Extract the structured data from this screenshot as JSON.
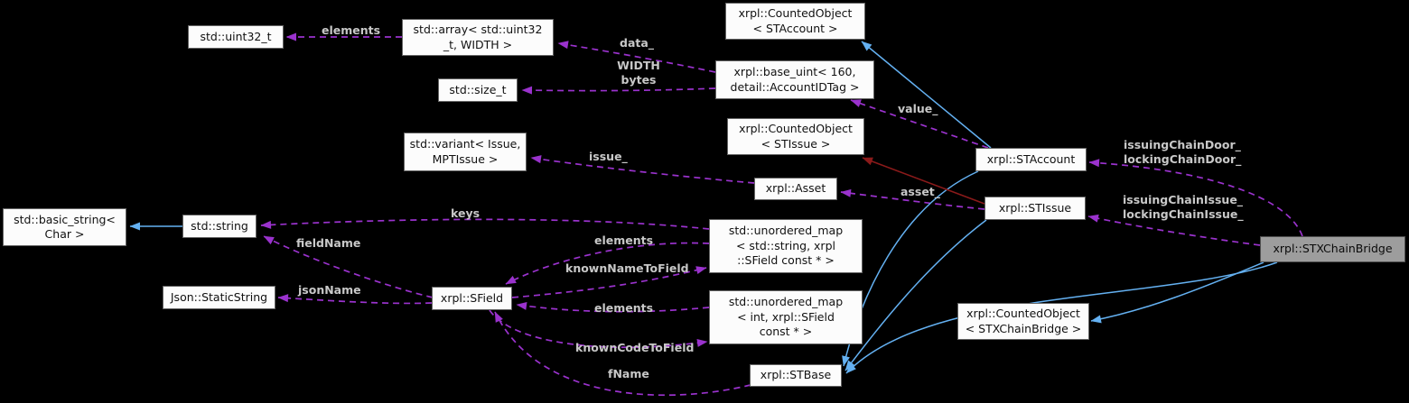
{
  "diagram": {
    "kind": "doxygen-collaboration-graph",
    "subject": "xrpl::STXChainBridge"
  },
  "colors": {
    "background": "#000000",
    "node_fill": "#fcfcfc",
    "node_border": "#636363",
    "highlight_fill": "#9d9d9d",
    "usage_edge": "#9a32cd",
    "inheritance_edge": "#64b1f2",
    "private_inheritance_edge": "#8b1a1a",
    "edge_label_text": "#c8c8c8"
  },
  "nodes": {
    "uint32": {
      "label": "std::uint32_t"
    },
    "array": {
      "label": "std::array< std::uint32\n_t, WIDTH >"
    },
    "counted_staccount": {
      "label": "xrpl::CountedObject\n< STAccount >"
    },
    "base_uint": {
      "label": "xrpl::base_uint< 160,\ndetail::AccountIDTag >"
    },
    "size_t": {
      "label": "std::size_t"
    },
    "variant": {
      "label": "std::variant< Issue,\nMPTIssue >"
    },
    "counted_stissue": {
      "label": "xrpl::CountedObject\n< STIssue >"
    },
    "asset": {
      "label": "xrpl::Asset"
    },
    "staccount": {
      "label": "xrpl::STAccount"
    },
    "stissue": {
      "label": "xrpl::STIssue"
    },
    "basic_string": {
      "label": "std::basic_string<\nChar >"
    },
    "string": {
      "label": "std::string"
    },
    "map_string": {
      "label": "std::unordered_map\n< std::string, xrpl\n::SField const * >"
    },
    "static_string": {
      "label": "Json::StaticString"
    },
    "sfield": {
      "label": "xrpl::SField"
    },
    "map_int": {
      "label": "std::unordered_map\n< int, xrpl::SField\nconst * >"
    },
    "stxbridge": {
      "label": "xrpl::STXChainBridge"
    },
    "counted_stxbridge": {
      "label": "xrpl::CountedObject\n< STXChainBridge >"
    },
    "stbase": {
      "label": "xrpl::STBase"
    }
  },
  "edge_labels": {
    "elements_top": "elements",
    "data": "data_",
    "width_bytes": "WIDTH\nbytes",
    "value": "value_",
    "issue": "issue_",
    "asset": "asset_",
    "keys": "keys",
    "field_name": "fieldName",
    "elements_mid": "elements",
    "known_name_to_field": "knownNameToField",
    "json_name": "jsonName",
    "elements_low": "elements",
    "known_code_to_field": "knownCodeToField",
    "f_name": "fName",
    "chain_door": "issuingChainDoor_\nlockingChainDoor_",
    "chain_issue": "issuingChainIssue_\nlockingChainIssue_"
  }
}
